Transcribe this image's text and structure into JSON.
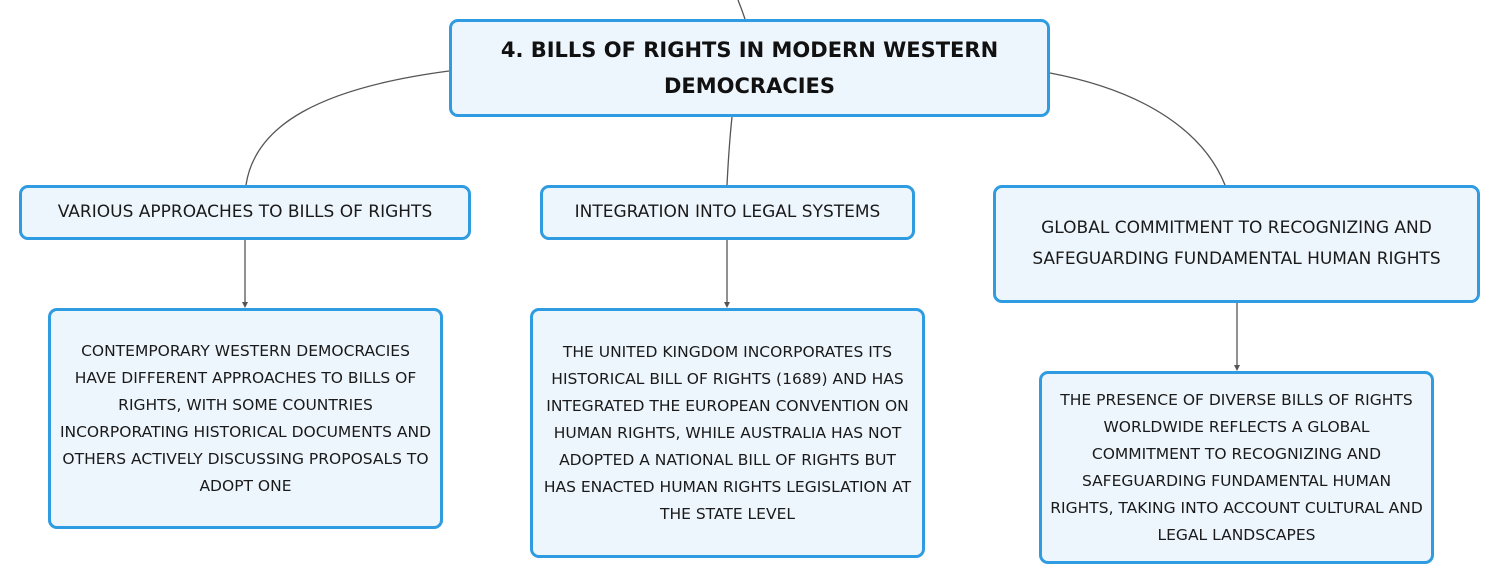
{
  "root": {
    "label": "4. BILLS OF RIGHTS IN MODERN WESTERN DEMOCRACIES"
  },
  "branches": [
    {
      "label": "VARIOUS APPROACHES TO BILLS OF RIGHTS",
      "detail": "CONTEMPORARY WESTERN DEMOCRACIES HAVE DIFFERENT APPROACHES TO BILLS OF RIGHTS, WITH SOME COUNTRIES INCORPORATING HISTORICAL DOCUMENTS AND OTHERS ACTIVELY DISCUSSING PROPOSALS TO ADOPT ONE"
    },
    {
      "label": "INTEGRATION INTO LEGAL SYSTEMS",
      "detail": "THE UNITED KINGDOM INCORPORATES ITS HISTORICAL BILL OF RIGHTS (1689) AND HAS INTEGRATED THE EUROPEAN CONVENTION ON HUMAN RIGHTS, WHILE AUSTRALIA HAS NOT ADOPTED A NATIONAL BILL OF RIGHTS BUT HAS ENACTED HUMAN RIGHTS LEGISLATION AT THE STATE LEVEL"
    },
    {
      "label": "GLOBAL COMMITMENT TO RECOGNIZING AND SAFEGUARDING FUNDAMENTAL HUMAN RIGHTS",
      "detail": "THE PRESENCE OF DIVERSE BILLS OF RIGHTS WORLDWIDE REFLECTS A GLOBAL COMMITMENT TO RECOGNIZING AND SAFEGUARDING FUNDAMENTAL HUMAN RIGHTS, TAKING INTO ACCOUNT CULTURAL AND LEGAL LANDSCAPES"
    }
  ],
  "colors": {
    "node_border": "#2f9be0",
    "node_fill": "#eef6fd",
    "connector": "#555555",
    "text": "#1a1a1a"
  }
}
